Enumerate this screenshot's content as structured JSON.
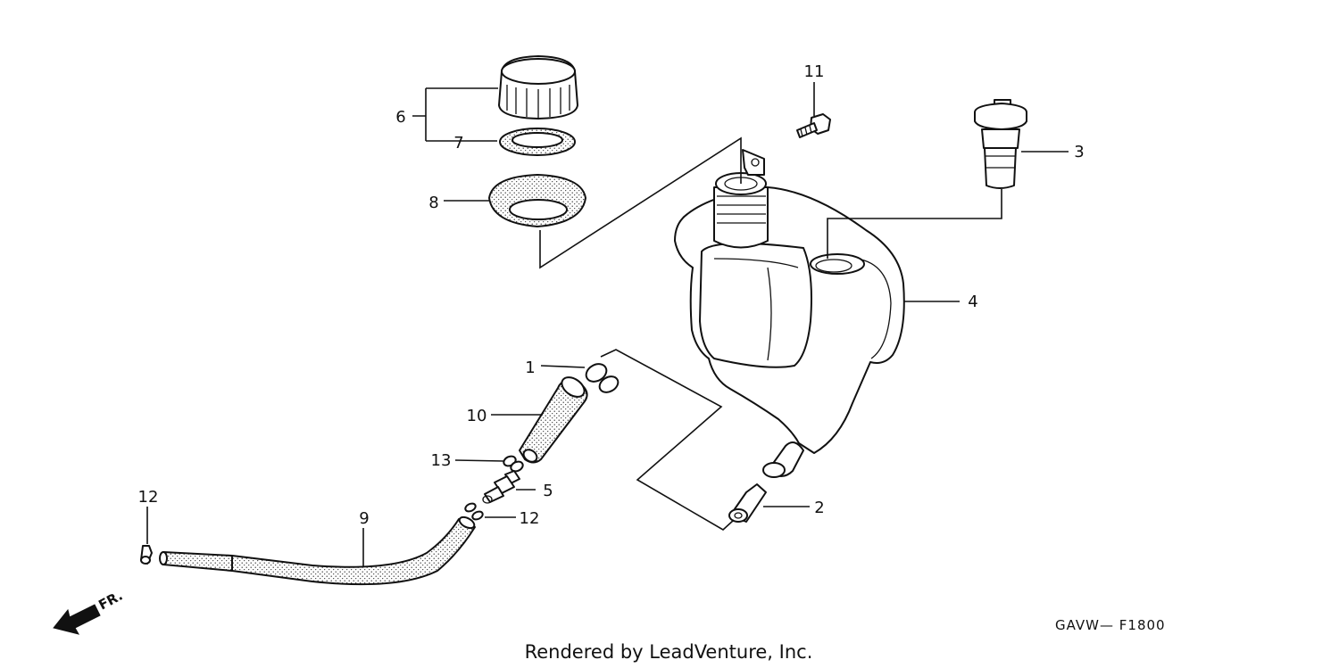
{
  "callouts": {
    "c1": "1",
    "c2": "2",
    "c3": "3",
    "c4": "4",
    "c5": "5",
    "c6": "6",
    "c7": "7",
    "c8": "8",
    "c9": "9",
    "c10": "10",
    "c11": "11",
    "c12a": "12",
    "c12b": "12",
    "c13": "13"
  },
  "direction_label": "FR.",
  "diagram_code": "GAVW— F1800",
  "footer_credit": "Rendered by LeadVenture, Inc.",
  "colors": {
    "ink": "#111111",
    "background": "#ffffff"
  }
}
